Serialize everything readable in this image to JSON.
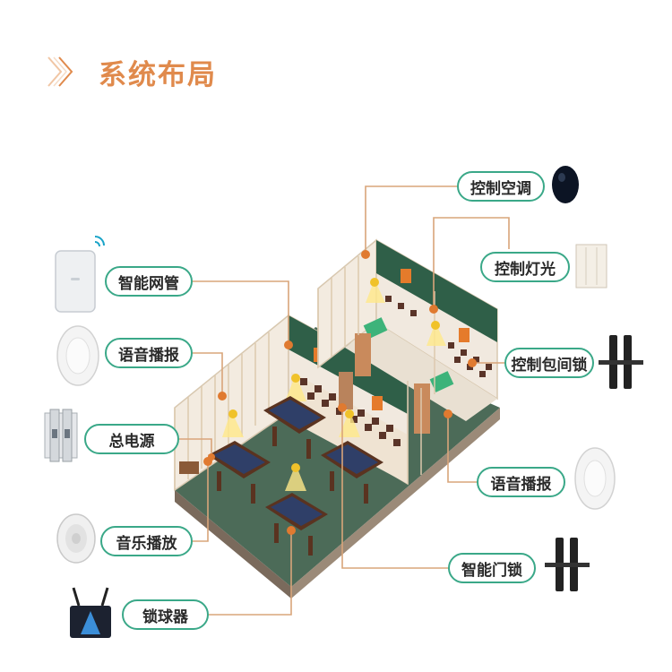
{
  "title": "系统布局",
  "accent_color": "#e08a4c",
  "label_border_color": "#3aa888",
  "left_labels": [
    {
      "id": "gateway",
      "text": "智能网管",
      "icon": "wifi-gateway-icon"
    },
    {
      "id": "voice-left",
      "text": "语音播报",
      "icon": "round-speaker-icon"
    },
    {
      "id": "power",
      "text": "总电源",
      "icon": "circuit-breaker-icon"
    },
    {
      "id": "music",
      "text": "音乐播放",
      "icon": "ceiling-speaker-icon"
    },
    {
      "id": "ball-lock",
      "text": "锁球器",
      "icon": "router-box-icon"
    }
  ],
  "right_labels": [
    {
      "id": "ac",
      "text": "控制空调",
      "icon": "ac-controller-icon"
    },
    {
      "id": "light",
      "text": "控制灯光",
      "icon": "wall-switch-icon"
    },
    {
      "id": "room-lock",
      "text": "控制包间锁",
      "icon": "magnetic-lock-icon"
    },
    {
      "id": "voice-right",
      "text": "语音播报",
      "icon": "round-speaker-icon"
    },
    {
      "id": "door-lock",
      "text": "智能门锁",
      "icon": "magnetic-lock-icon"
    }
  ]
}
